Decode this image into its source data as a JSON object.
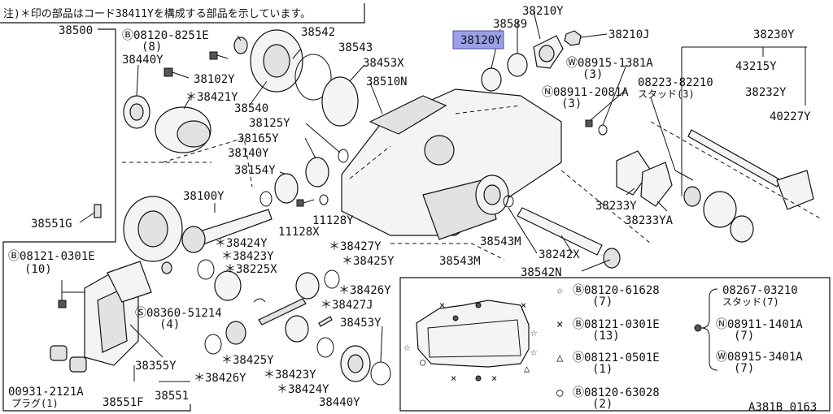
{
  "note": "注)＊印の部品はコード38411Yを構成する部品を示しています。",
  "figure_code": "A381B 0163",
  "labels": {
    "l38500": "38500",
    "l08120_8251E": "Ⓑ08120-8251E",
    "l08120_8251E_qty": "(8)",
    "l38542": "38542",
    "l38543": "38543",
    "l38589": "38589",
    "l38210Y": "38210Y",
    "l38210J": "38210J",
    "l38230Y": "38230Y",
    "l38120Y": "38120Y",
    "l38440Y_top": "38440Y",
    "l38102Y": "38102Y",
    "l38421Y": "＊38421Y",
    "l38540": "38540",
    "l38453X": "38453X",
    "l38510N": "38510N",
    "l08915_1381A": "Ⓦ08915-1381A",
    "l08915_1381A_qty": "(3)",
    "l43215Y": "43215Y",
    "l08911_2081A": "Ⓝ08911-2081A",
    "l08911_2081A_qty": "(3)",
    "l08223_82210": "08223-82210",
    "l08223_82210_sub": "スタッド(3)",
    "l38232Y": "38232Y",
    "l40227Y": "40227Y",
    "l38125Y": "38125Y",
    "l38165Y": "38165Y",
    "l38140Y": "38140Y",
    "l38154Y": "38154Y",
    "l38100Y": "38100Y",
    "l38551G": "38551G",
    "l11128X": "11128X",
    "l11128Y": "11128Y",
    "l38233Y": "38233Y",
    "l38233YA": "38233YA",
    "l08121_0301E": "Ⓑ08121-0301E",
    "l08121_0301E_qty": "(10)",
    "l38424Y_a": "＊38424Y",
    "l38423Y_a": "＊38423Y",
    "l38225X": "＊38225X",
    "l38427Y": "＊38427Y",
    "l38425Y_a": "＊38425Y",
    "l38543M_a": "38543M",
    "l38543M_b": "38543M",
    "l38242X": "38242X",
    "l38542N": "38542N",
    "l38426Y_a": "＊38426Y",
    "l38427J": "＊38427J",
    "l08360_51214": "Ⓢ08360-51214",
    "l08360_51214_qty": "(4)",
    "l38453Y": "38453Y",
    "l38425Y_b": "＊38425Y",
    "l38355Y": "38355Y",
    "l38426Y_b": "＊38426Y",
    "l38423Y_b": "＊38423Y",
    "l00931_2121A": "00931-2121A",
    "l00931_2121A_sub": "プラグ(1)",
    "l38551": "38551",
    "l38424Y_b": "＊38424Y",
    "l38551F": "38551F",
    "l38440Y_b": "38440Y"
  },
  "legend": {
    "star_code": "Ⓑ08120-61628",
    "star_qty": "(7)",
    "x_code": "Ⓑ08121-0301E",
    "x_qty": "(13)",
    "tri_code": "Ⓑ08121-0501E",
    "tri_qty": "(1)",
    "circ_code": "Ⓑ08120-63028",
    "circ_qty": "(2)",
    "dot_a_code": "08267-03210",
    "dot_a_sub": "スタッド(7)",
    "dot_b_code": "Ⓝ08911-1401A",
    "dot_b_qty": "(7)",
    "dot_c_code": "Ⓦ08915-3401A",
    "dot_c_qty": "(7)"
  },
  "symbols": {
    "star": "☆",
    "cross": "×",
    "triangle": "△",
    "circle": "○",
    "dot": "●"
  },
  "colors": {
    "highlight": "#9aa0e6"
  }
}
